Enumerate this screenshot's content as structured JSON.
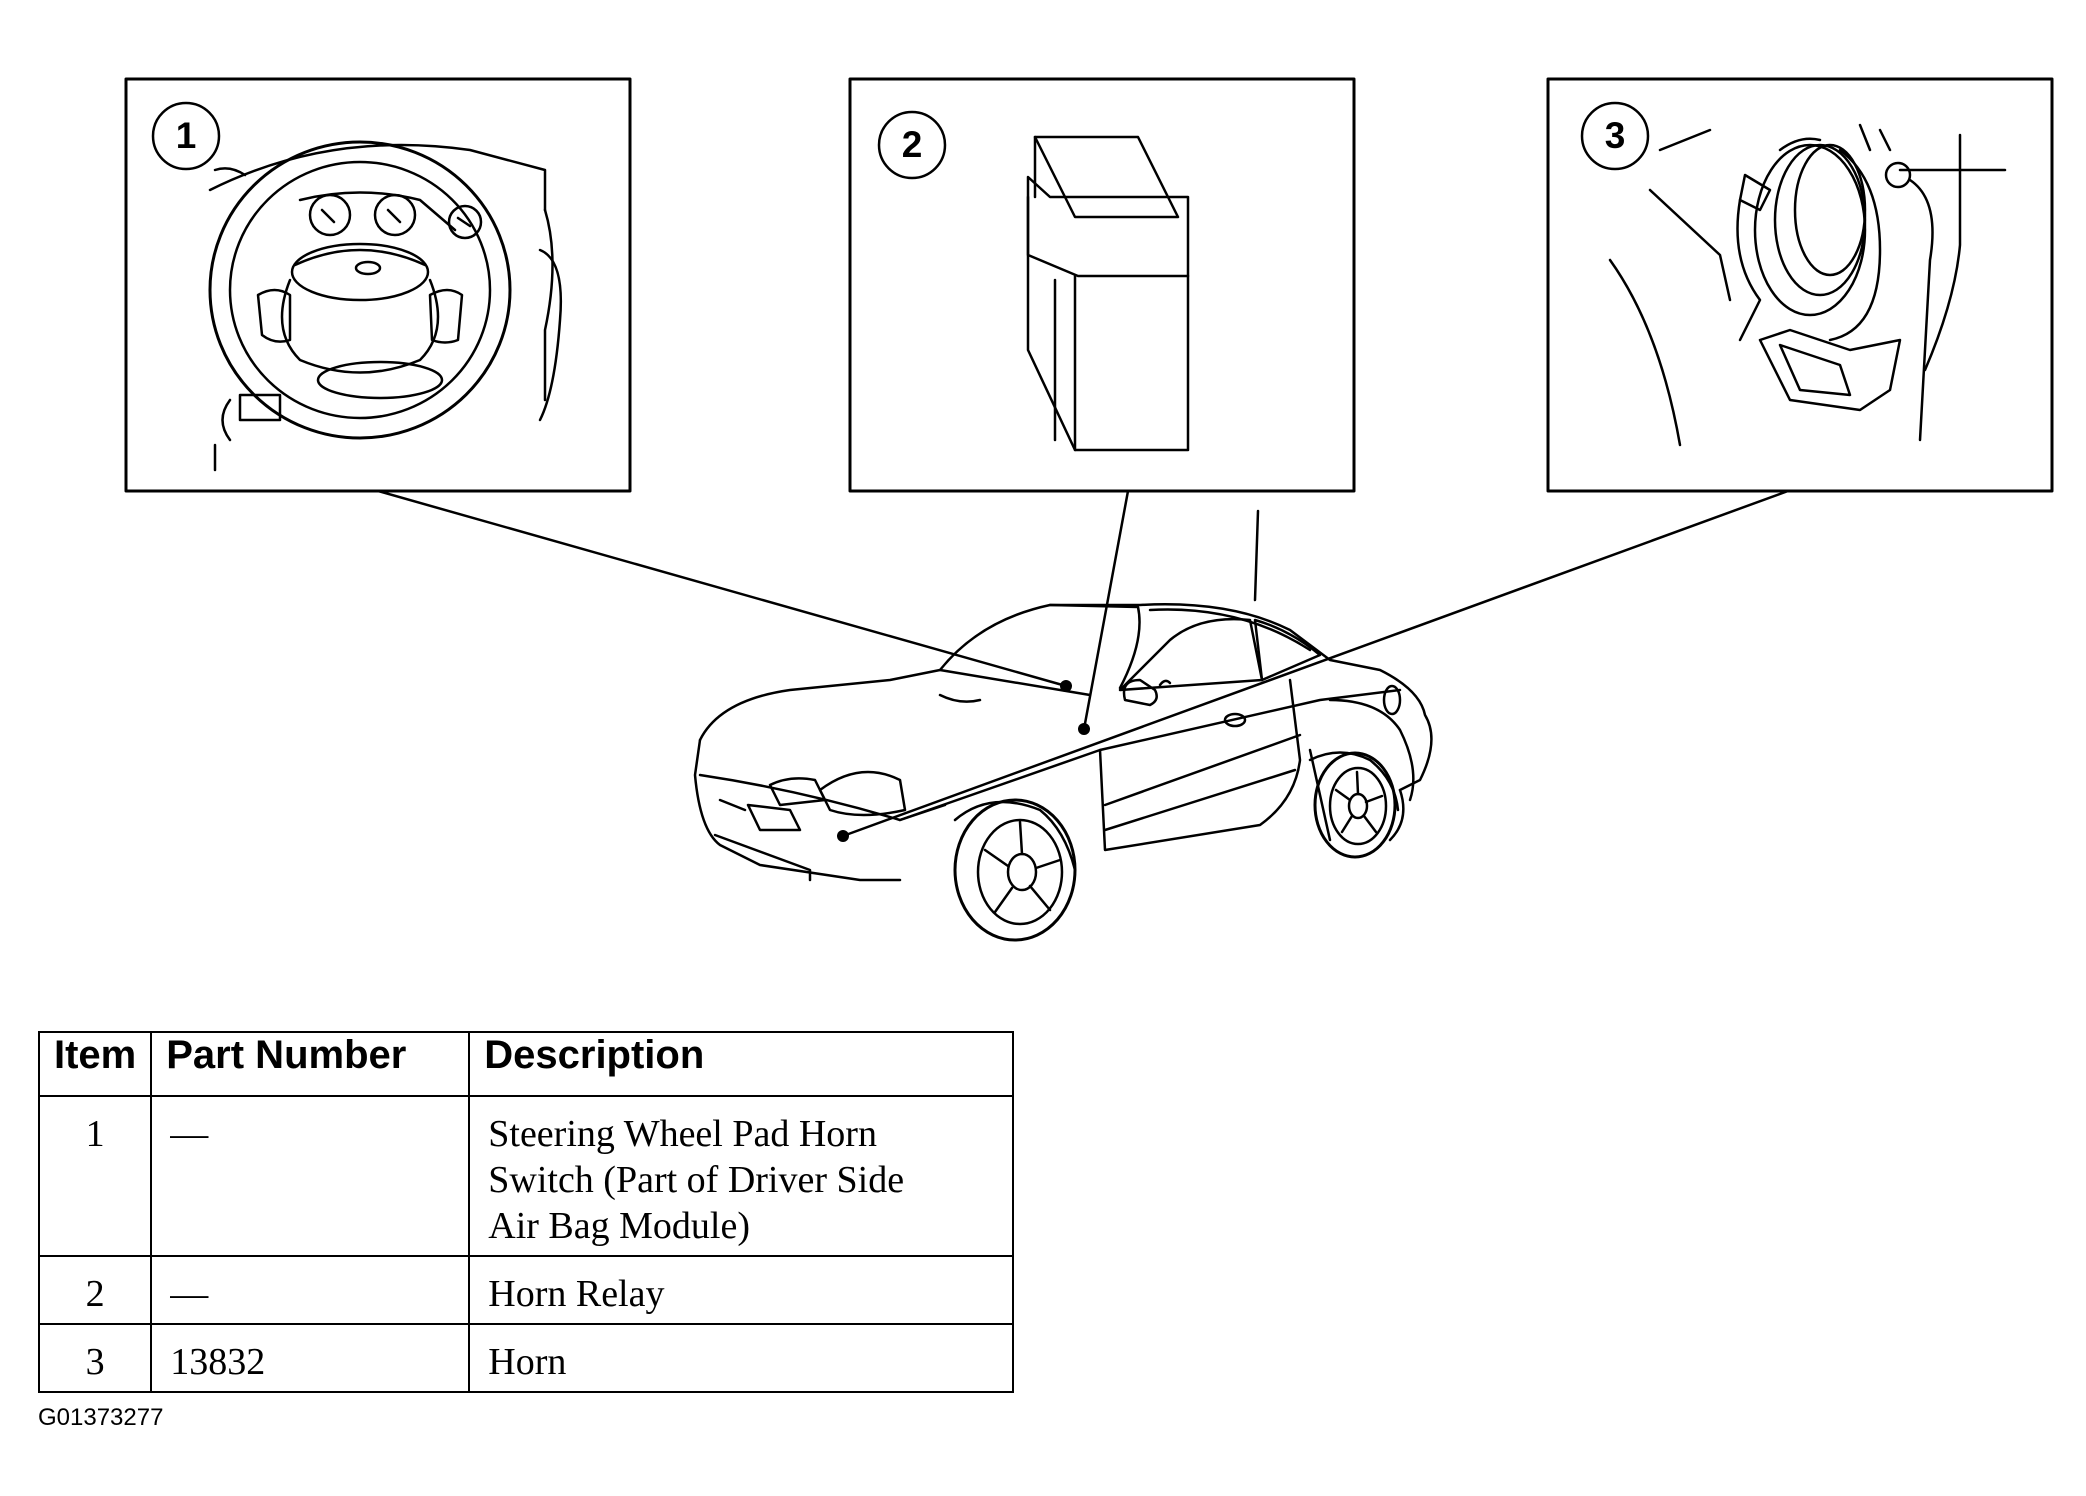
{
  "callouts": [
    {
      "number": "1",
      "part": "steering-wheel-pad-horn-switch"
    },
    {
      "number": "2",
      "part": "horn-relay"
    },
    {
      "number": "3",
      "part": "horn"
    }
  ],
  "table": {
    "headers": [
      "Item",
      "Part Number",
      "Description"
    ],
    "rows": [
      {
        "item": "1",
        "part_number": "—",
        "description": "Steering Wheel Pad Horn\nSwitch (Part of Driver Side\nAir Bag Module)"
      },
      {
        "item": "2",
        "part_number": "—",
        "description": "Horn Relay"
      },
      {
        "item": "3",
        "part_number": "13832",
        "description": "Horn"
      }
    ]
  },
  "figure_code": "G01373277"
}
